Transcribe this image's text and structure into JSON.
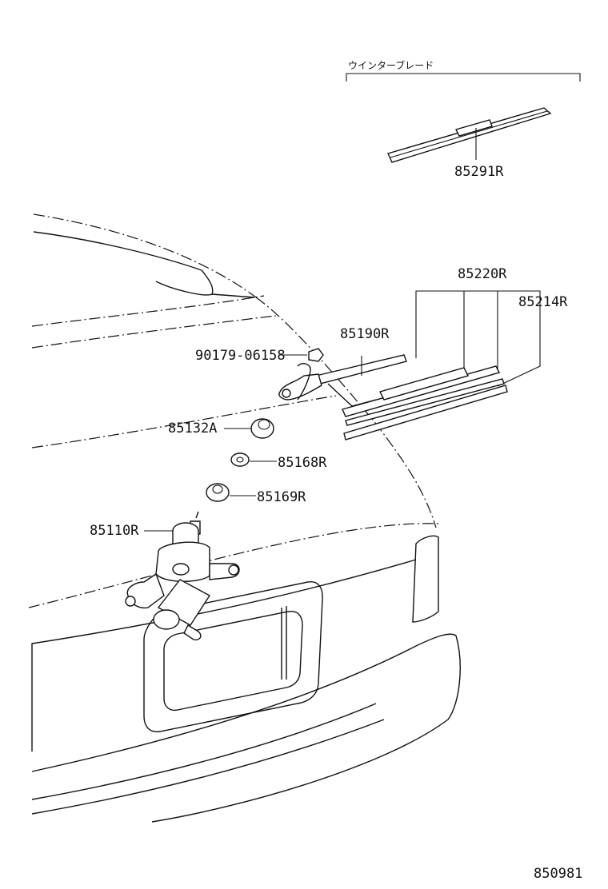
{
  "diagram": {
    "group_label": "ウインターブレード",
    "drawing_number": "850981",
    "parts": {
      "winter_blade": "85291R",
      "blade_assy": "85220R",
      "blade_rubber": "85214R",
      "arm": "85190R",
      "arm_nut": "90179-06158",
      "pivot_cap": "85132A",
      "grommet": "85168R",
      "seal": "85169R",
      "motor": "85110R"
    }
  }
}
